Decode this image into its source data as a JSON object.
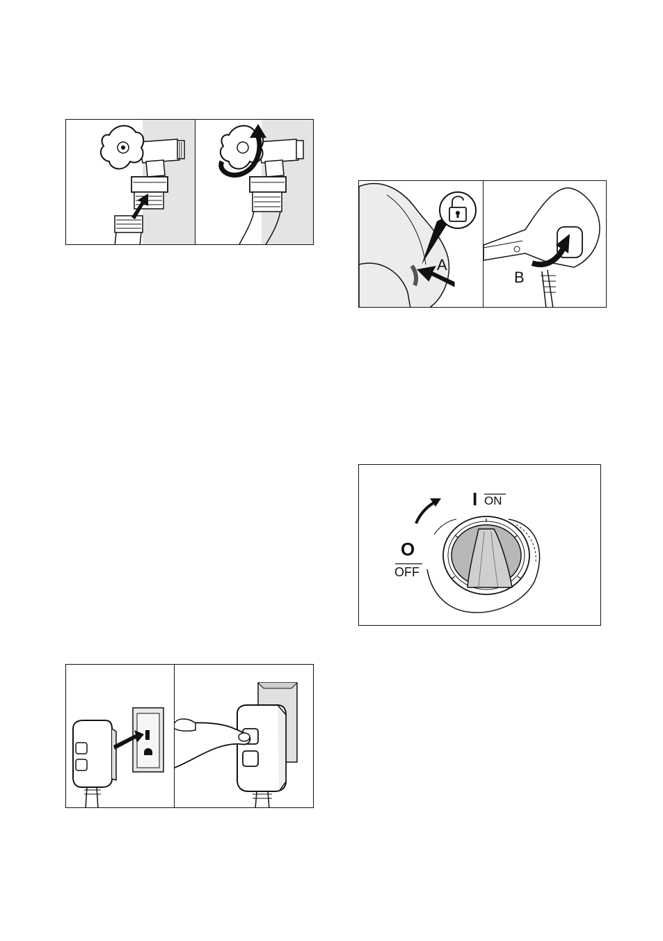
{
  "figures": {
    "tap_connection": {
      "panels": [
        "connect-hose",
        "open-tap"
      ]
    },
    "hose_release": {
      "callout_a": "A",
      "callout_b": "B"
    },
    "power_plug": {
      "panels": [
        "insert-plug",
        "press-button"
      ]
    },
    "switch_dial": {
      "on_symbol": "I",
      "on_label": "ON",
      "off_symbol": "O",
      "off_label": "OFF"
    }
  }
}
